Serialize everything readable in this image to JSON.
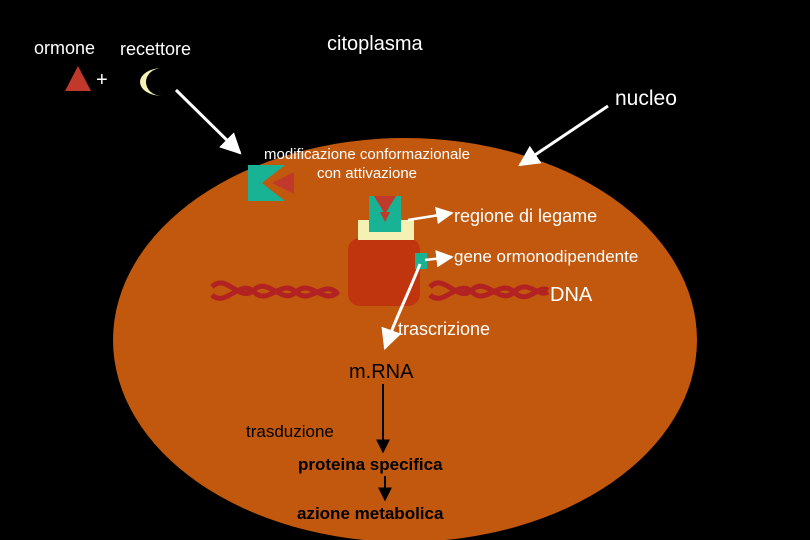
{
  "labels": {
    "ormone": "ormone",
    "recettore": "recettore",
    "plus": "+",
    "citoplasma": "citoplasma",
    "nucleo": "nucleo",
    "modificazione_line1": "modificazione conformazionale",
    "modificazione_line2": "con attivazione",
    "regione_di_legame": "regione di legame",
    "gene_ormonodipendente": "gene ormonodipendente",
    "dna": "DNA",
    "trascrizione": "trascrizione",
    "mrna": "m.RNA",
    "trasduzione": "trasduzione",
    "proteina_specifica": "proteina specifica",
    "azione_metabolica": "azione metabolica"
  },
  "colors": {
    "background": "#000000",
    "nucleus": "#c1580d",
    "hormone": "#c0392b",
    "receptor": "#f5f0b4",
    "receptor_green": "#17b394",
    "complex_body": "#c1350e",
    "dna_strand": "#b22222",
    "arrow_white": "#ffffff",
    "arrow_black": "#000000"
  }
}
